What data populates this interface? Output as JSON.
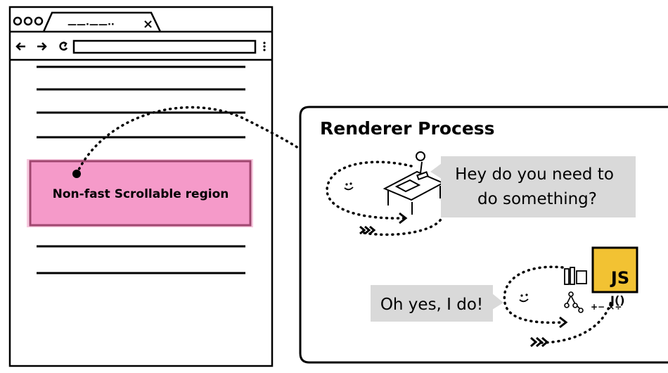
{
  "browser": {
    "tab": {
      "label_glyphs": "——·——··",
      "close_glyph": "×"
    },
    "toolbar": {
      "back_icon": "arrow-left",
      "forward_icon": "arrow-right",
      "reload_icon": "reload",
      "menu_icon": "vertical-dots"
    },
    "region_label": "Non-fast Scrollable region",
    "colors": {
      "region_fill": "#f59ac9",
      "region_border": "#a0466f",
      "region_halo": "#f7c9df"
    }
  },
  "renderer": {
    "title": "Renderer Process",
    "bubble_top": [
      "Hey do you need to",
      "do something?"
    ],
    "bubble_bottom": "Oh yes, I do!",
    "js_badge": "JS",
    "colors": {
      "bubble_fill": "#d9d9d9",
      "js_fill": "#f2c233"
    }
  }
}
